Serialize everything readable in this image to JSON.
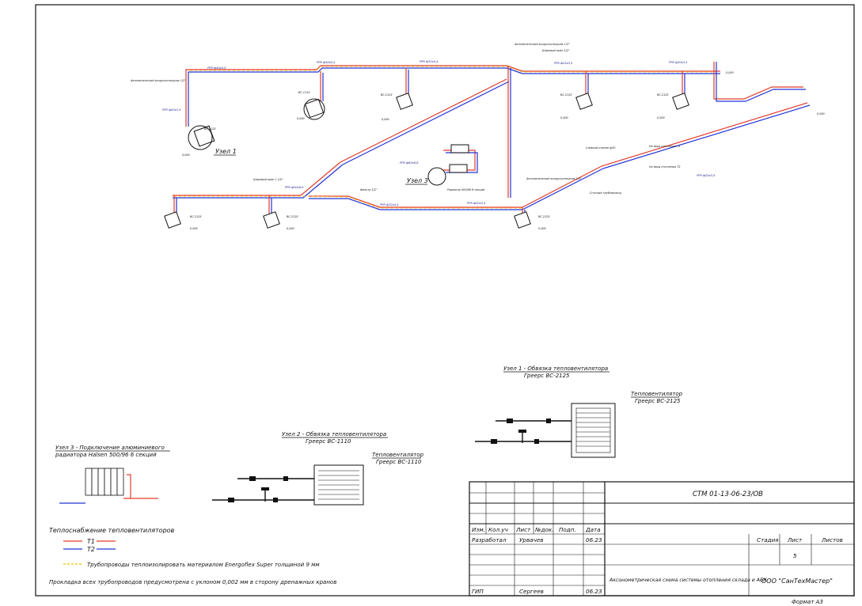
{
  "colors": {
    "supply": "#e23b2b",
    "return": "#2233d6",
    "insulation": "#f0d020",
    "ink": "#111111",
    "line_label": "#1a1a8c"
  },
  "nodes": {
    "uzel1_mark": "Узел 1",
    "uzel3_mark": "Узел 3"
  },
  "pipe_labels": {
    "p1": "PPR ф40х5,5",
    "p2": "PPR ф32х4,4",
    "p3": "PPR ф25х3,5",
    "p4": "PPR ф20х3,4",
    "p5": "PPR ф63х8,6",
    "p6": "PPR ф50х6,9"
  },
  "equipment": {
    "bc2125": "ВС-2125",
    "bc1110": "ВС-1110",
    "air_vent": "Автоматический воздухоотводчик 1/2\"",
    "drain": "Шаровый кран 1/2\"",
    "ball_valve": "Шаровый кран 1 1/2\"",
    "filter": "Фильтр 1/2\"",
    "rad": "Радиатор 500/96 6 секций",
    "connect1": "На ввод отопления Т1",
    "connect2": "На ввод отопления Т2",
    "to_wall": "Сливной клапан ф20",
    "tee": "Сгонный трубопровод",
    "mark_b": "0,000"
  },
  "details": {
    "uzel1_title": "Узел 1 - Обвязка тепловентилятора",
    "uzel1_sub": "Грееpc BC-2125",
    "uzel1_unit": "Тепловентилятор",
    "uzel1_unit_sub": "Грееpc BC-2125",
    "uzel2_title": "Узел 2 - Обвязка тепловентилятора",
    "uzel2_sub": "Грееpc BC-1110",
    "uzel2_unit": "Тепловентилятор",
    "uzel2_unit_sub": "Грееpc BC-1110",
    "uzel3_title": "Узел 3 - Подключение алюминиевого",
    "uzel3_sub": "радиатора Halsen 500/96 6 секций"
  },
  "legend": {
    "title": "Теплоснабжение тепловентиляторов",
    "t1": "Т1",
    "t2": "Т2",
    "insulation_note": "Трубопроводы теплоизолировать материалом Energoflex Super толщиной 9 мм",
    "slope_note": "Прокладка всех трубопроводов предусмотрена с уклоном 0,002 мм в сторону дренажных кранов"
  },
  "title_block": {
    "code": "СТМ 01-13-06-23/ОВ",
    "col_izm": "Изм.",
    "col_koluch": "Кол.уч",
    "col_list": "Лист",
    "col_ndok": "№док.",
    "col_podp": "Подп.",
    "col_data": "Дата",
    "role1": "Разработал",
    "name1": "Урвачев",
    "date1": "06.23",
    "role2": "ГИП",
    "name2": "Сергеев",
    "date2": "06.23",
    "stage_h": "Стадия",
    "sheet_h": "Лист",
    "sheets_h": "Листов",
    "sheet_no": "5",
    "drawing_title": "Аксонометрическая схема системы отопления склада и АБК",
    "company": "ООО \"СанТехМастер\"",
    "format": "Формат А3"
  }
}
